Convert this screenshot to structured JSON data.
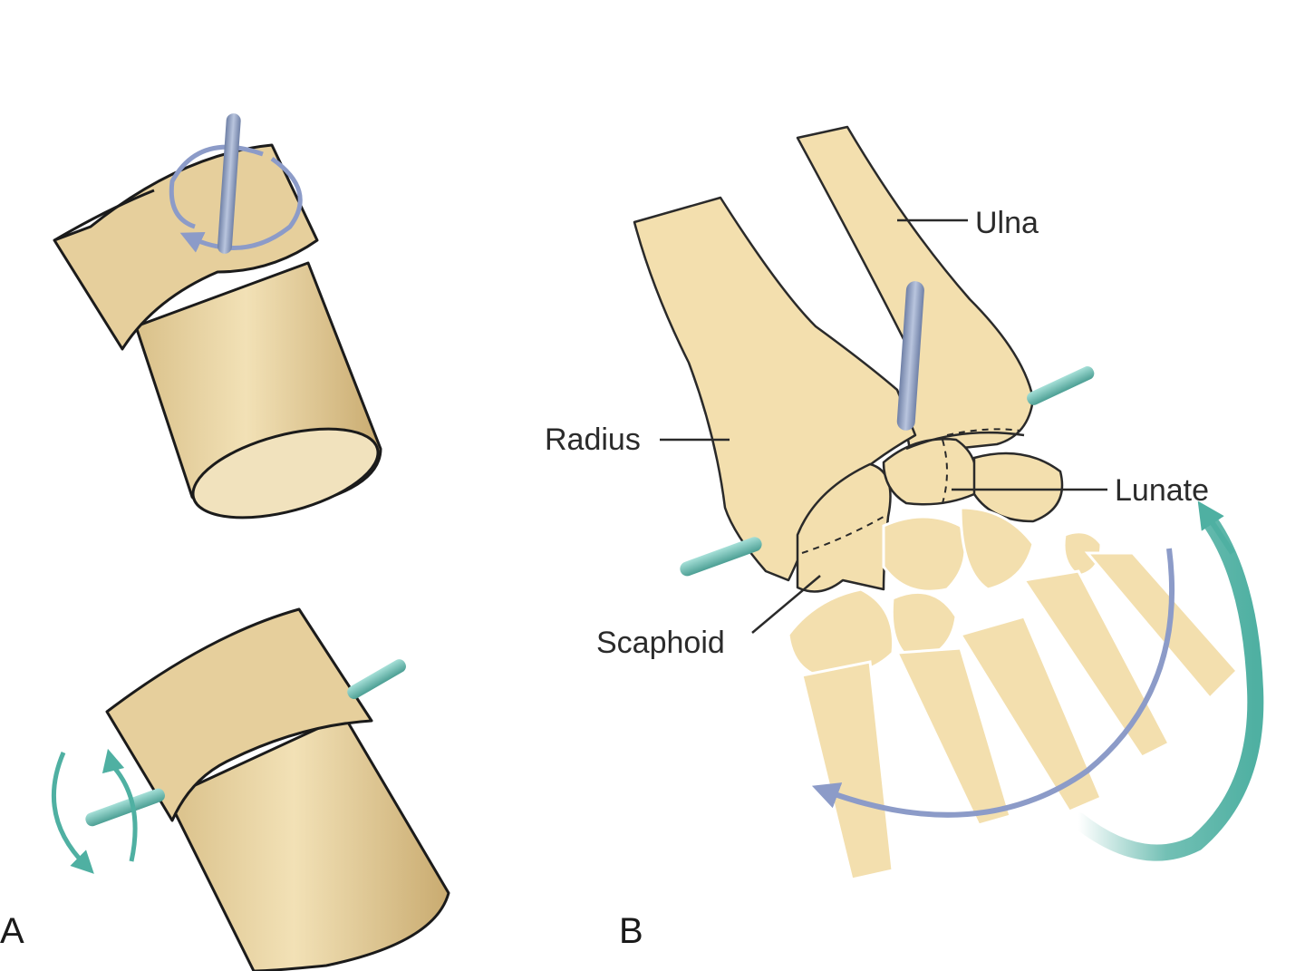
{
  "figure": {
    "panels": {
      "a": "A",
      "b": "B"
    },
    "labels": {
      "ulna": "Ulna",
      "radius": "Radius",
      "lunate": "Lunate",
      "scaphoid": "Scaphoid"
    },
    "colors": {
      "bone_fill": "#f3dfae",
      "cylinder_fill": "#e9d4a4",
      "vertical_pin": "#8e9fbf",
      "horizontal_pin": "#78c3b8",
      "rotation_arrow_blue": "#8c9bc8",
      "rotation_arrow_teal": "#4fb0a2"
    }
  }
}
